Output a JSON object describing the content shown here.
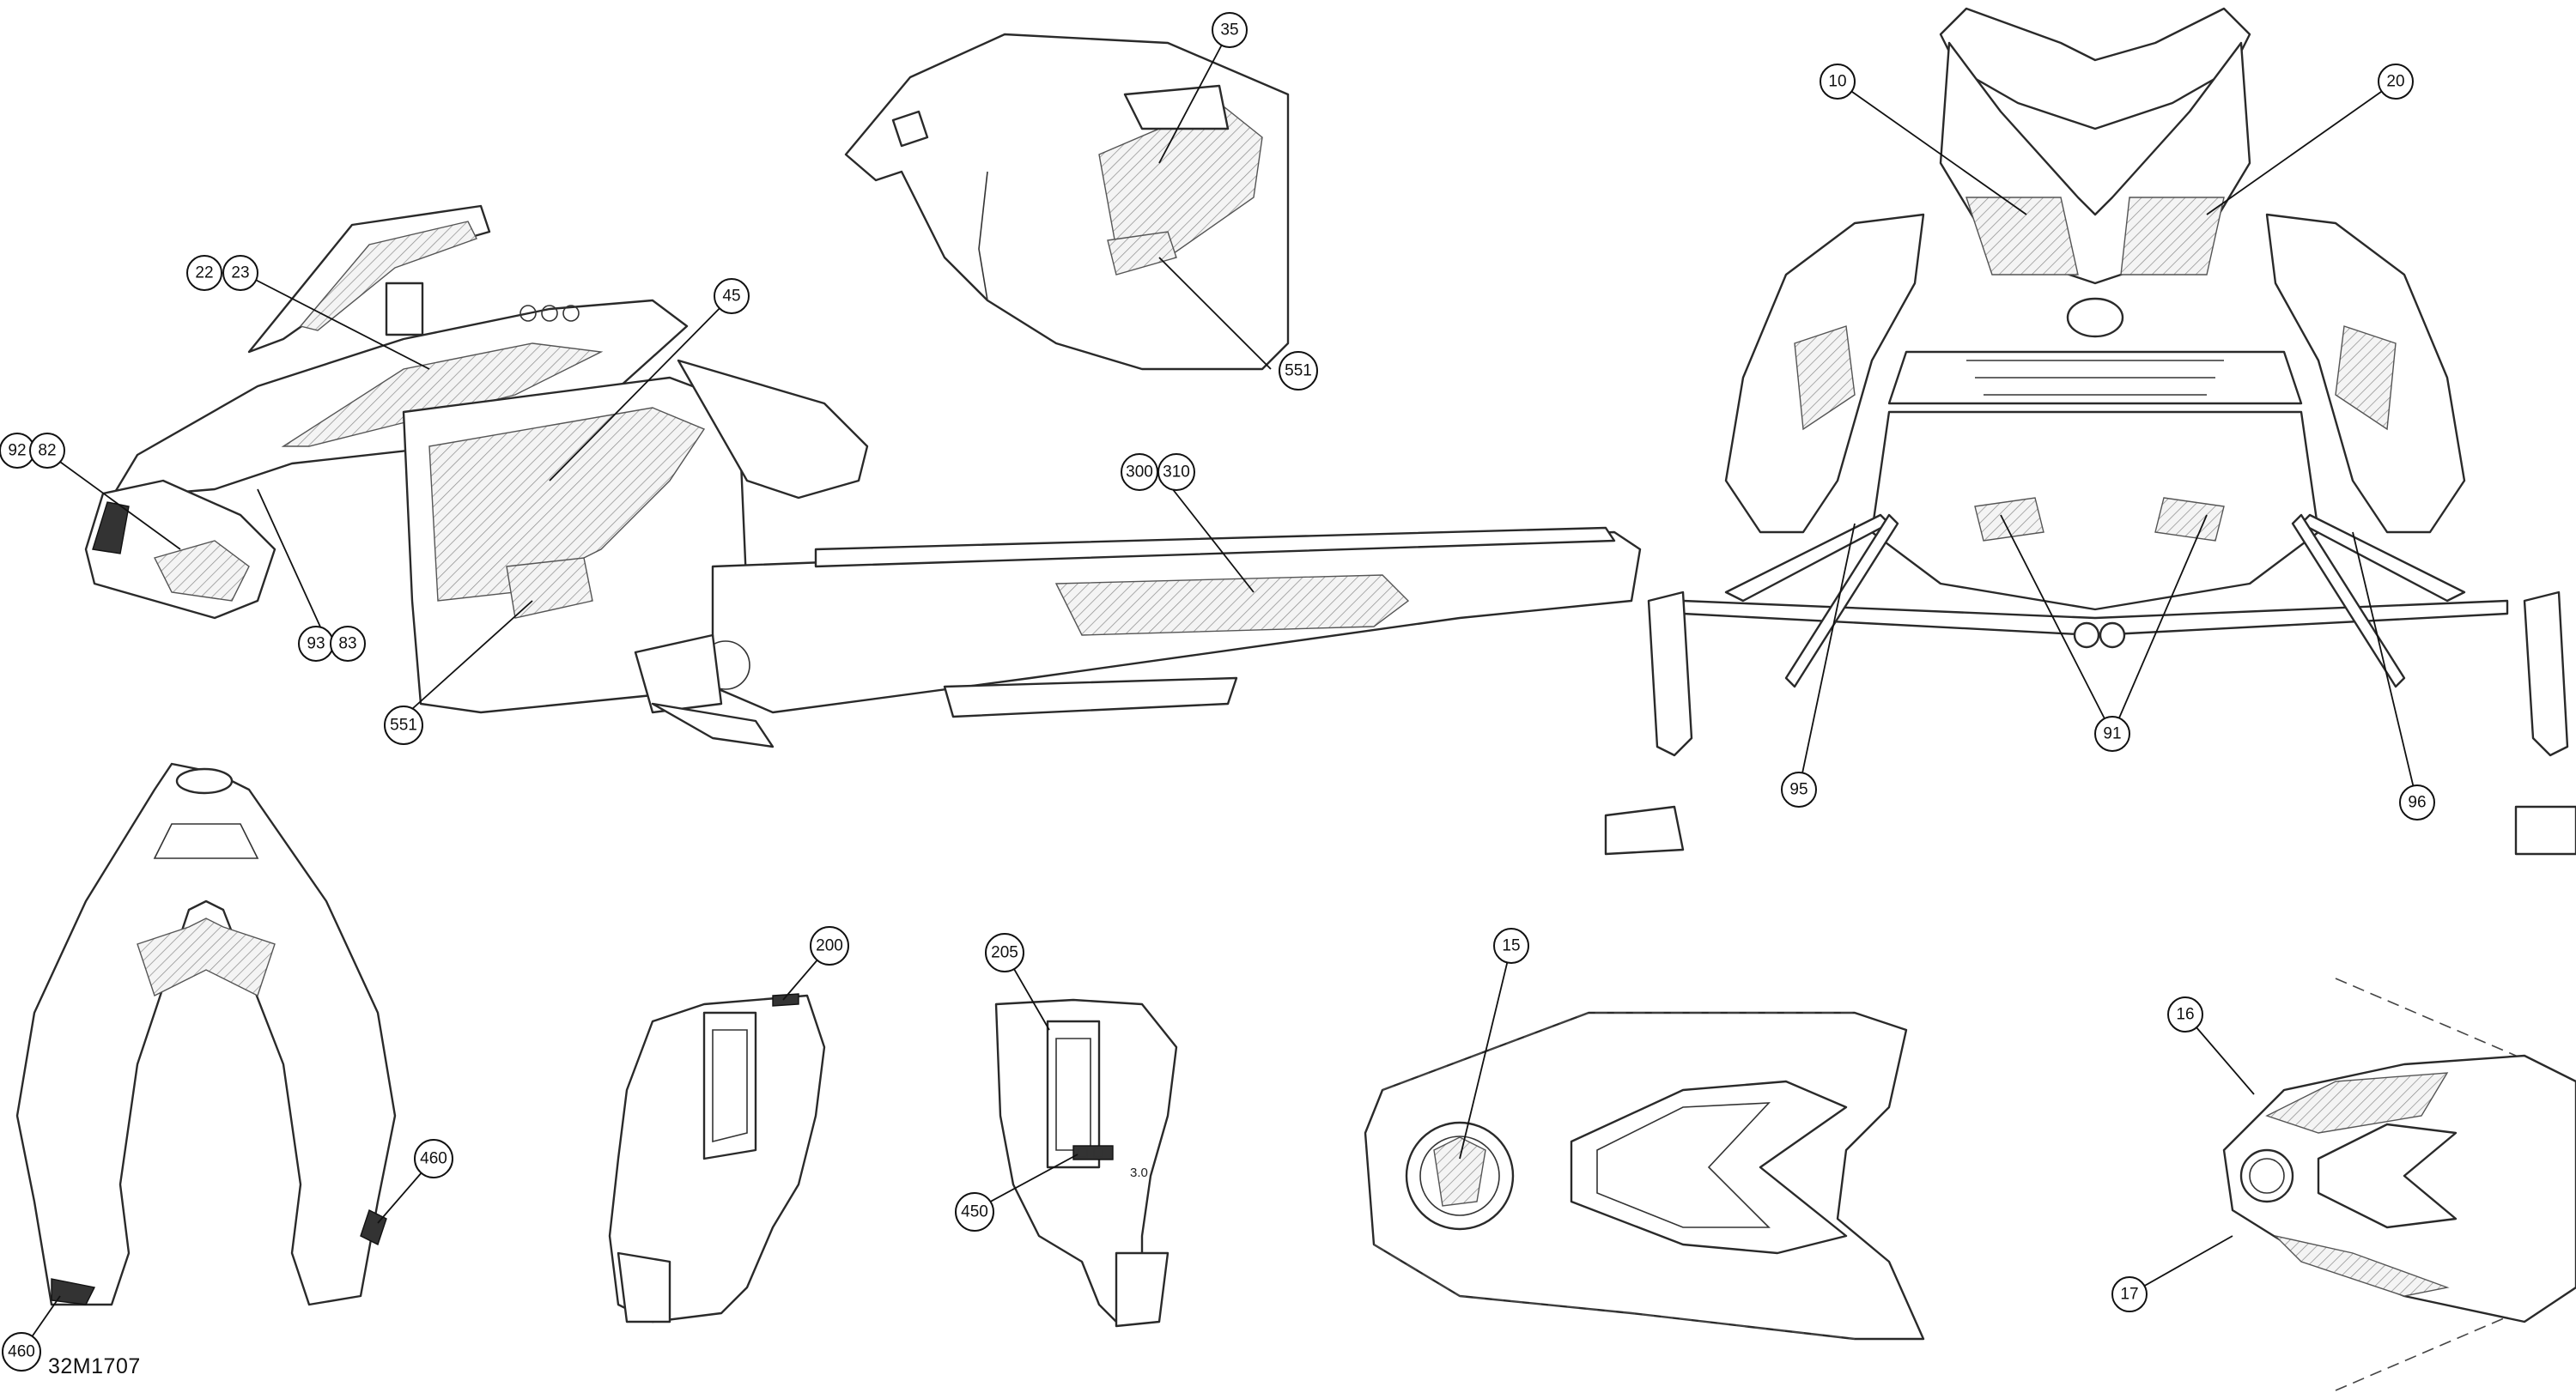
{
  "diagram": {
    "reference_code": "32M1707",
    "dimension_label": "3.0",
    "callouts": [
      {
        "id": "c35",
        "label": "35"
      },
      {
        "id": "c22",
        "label": "22"
      },
      {
        "id": "c23",
        "label": "23"
      },
      {
        "id": "c45",
        "label": "45"
      },
      {
        "id": "c92",
        "label": "92"
      },
      {
        "id": "c82",
        "label": "82"
      },
      {
        "id": "c93",
        "label": "93"
      },
      {
        "id": "c83",
        "label": "83"
      },
      {
        "id": "c551a",
        "label": "551"
      },
      {
        "id": "c551b",
        "label": "551"
      },
      {
        "id": "c300",
        "label": "300"
      },
      {
        "id": "c310",
        "label": "310"
      },
      {
        "id": "c10",
        "label": "10"
      },
      {
        "id": "c20",
        "label": "20"
      },
      {
        "id": "c91",
        "label": "91"
      },
      {
        "id": "c95",
        "label": "95"
      },
      {
        "id": "c96",
        "label": "96"
      },
      {
        "id": "c460a",
        "label": "460"
      },
      {
        "id": "c460b",
        "label": "460"
      },
      {
        "id": "c200",
        "label": "200"
      },
      {
        "id": "c205",
        "label": "205"
      },
      {
        "id": "c450",
        "label": "450"
      },
      {
        "id": "c15",
        "label": "15"
      },
      {
        "id": "c16",
        "label": "16"
      },
      {
        "id": "c17",
        "label": "17"
      }
    ]
  }
}
